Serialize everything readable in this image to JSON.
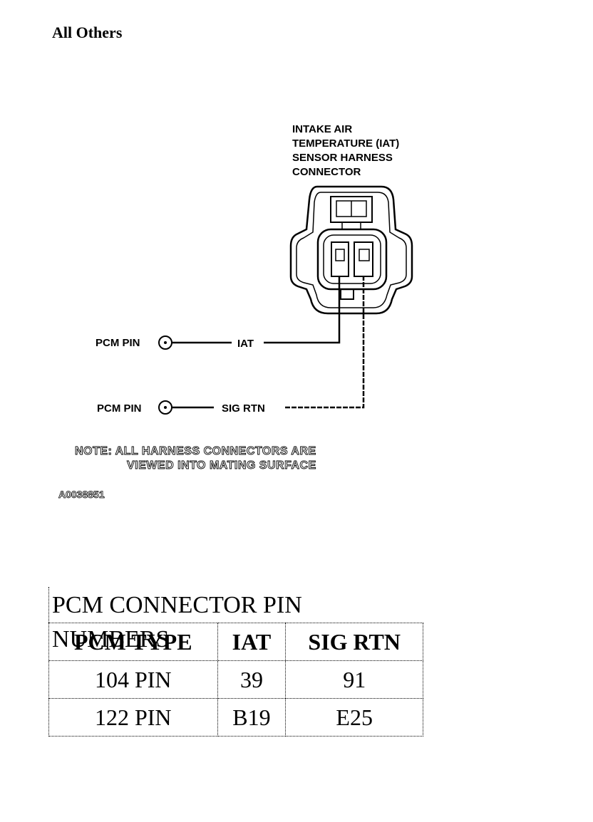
{
  "heading": "All Others",
  "diagram": {
    "connector_label": [
      "INTAKE AIR",
      "TEMPERATURE (IAT)",
      "SENSOR HARNESS",
      "CONNECTOR"
    ],
    "wires": [
      {
        "pcm_label": "PCM PIN",
        "signal": "IAT"
      },
      {
        "pcm_label": "PCM PIN",
        "signal": "SIG RTN"
      }
    ],
    "note": [
      "NOTE:  ALL HARNESS CONNECTORS ARE",
      "VIEWED INTO MATING SURFACE"
    ],
    "figure_id": "A0038851"
  },
  "table": {
    "title": "PCM CONNECTOR PIN NUMBERS",
    "headers": [
      "PCM TYPE",
      "IAT",
      "SIG RTN"
    ],
    "rows": [
      [
        "104 PIN",
        "39",
        "91"
      ],
      [
        "122 PIN",
        "B19",
        "E25"
      ]
    ]
  }
}
